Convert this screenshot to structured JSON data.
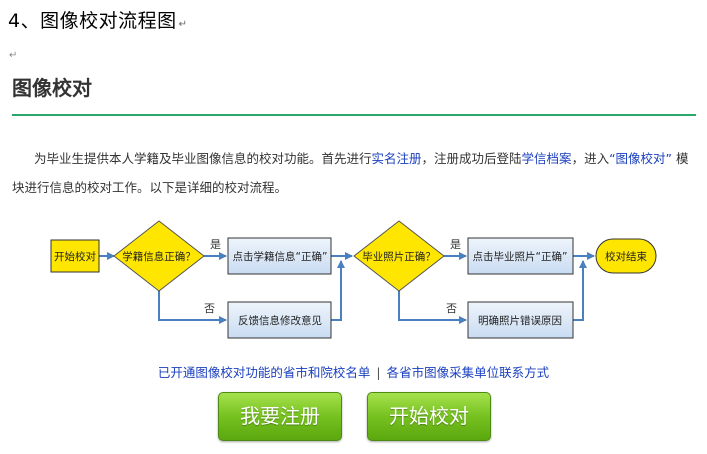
{
  "doc": {
    "heading": "4、图像校对流程图",
    "para_mark": "↵"
  },
  "section": {
    "title": "图像校对",
    "intro_parts": {
      "p1": "为毕业生提供本人学籍及毕业图像信息的校对功能。首先进行",
      "link_register": "实名注册",
      "p2": "，注册成功后登陆",
      "link_archive": "学信档案",
      "p3": "，进入",
      "link_check": "“图像校对”",
      "p4": " 模块进行信息的校对工作。以下是详细的校对流程。"
    }
  },
  "flow": {
    "start": "开始校对",
    "q1": "学籍信息正确？",
    "yes1": "是",
    "no1": "否",
    "a1_yes": "点击学籍信息“正确”",
    "a1_no": "反馈信息修改意见",
    "q2": "毕业照片正确？",
    "yes2": "是",
    "no2": "否",
    "a2_yes": "点击毕业照片“正确”",
    "a2_no": "明确照片错误原因",
    "end": "校对结束"
  },
  "links": {
    "opened_list": "已开通图像校对功能的省市和院校名单",
    "separator": "|",
    "contacts": "各省市图像采集单位联系方式"
  },
  "buttons": {
    "register": "我要注册",
    "start_check": "开始校对"
  },
  "colors": {
    "accent_green": "#2aa86b",
    "link_blue": "#1a3fbf",
    "flow_yellow": "#ffe600",
    "flow_box_blue": "#d7e6f7",
    "arrow_blue": "#4a7fc0",
    "button_green": "#76c120"
  }
}
